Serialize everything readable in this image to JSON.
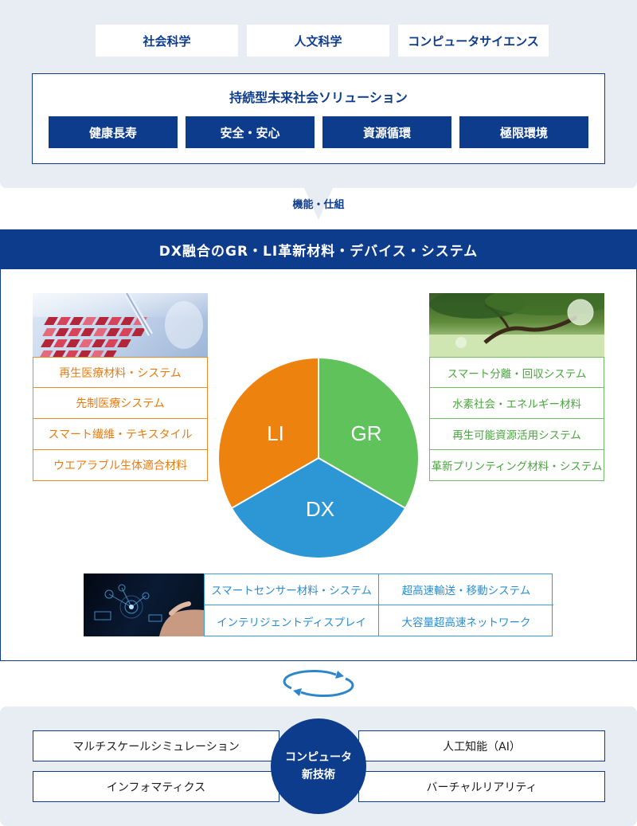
{
  "disciplines": [
    "社会科学",
    "人文科学",
    "コンピュータサイエンス"
  ],
  "solutions": {
    "title": "持続型未来社会ソリューション",
    "items": [
      "健康長寿",
      "安全・安心",
      "資源循環",
      "極限環境"
    ]
  },
  "function_label": "機能・仕組",
  "dx_header": "DX融合のGR・LI革新材料・デバイス・システム",
  "pie": {
    "li_label": "LI",
    "gr_label": "GR",
    "dx_label": "DX",
    "li_color": "#ee820e",
    "gr_color": "#5fc25b",
    "dx_color": "#2d97d6"
  },
  "li_items": [
    "再生医療材料・システム",
    "先制医療システム",
    "スマート繊維・テキスタイル",
    "ウエアラブル生体適合材料"
  ],
  "gr_items": [
    "スマート分離・回収システム",
    "水素社会・エネルギー材料",
    "再生可能資源活用システム",
    "革新プリンティング材料・システム"
  ],
  "dx_items": [
    "スマートセンサー材料・システム",
    "超高速輸送・移動システム",
    "インテリジェントディスプレイ",
    "大容量超高速ネットワーク"
  ],
  "bottom": {
    "left_top": "マルチスケールシミュレーション",
    "left_bottom": "インフォマティクス",
    "right_top": "人工知能（AI）",
    "right_bottom": "バーチャルリアリティ",
    "center_line1": "コンピュータ",
    "center_line2": "新技術"
  },
  "colors": {
    "navy": "#0e3c8c",
    "panel": "#e8edf4",
    "orange": "#ee820e",
    "green": "#5fc25b",
    "blue": "#2d97d6"
  }
}
